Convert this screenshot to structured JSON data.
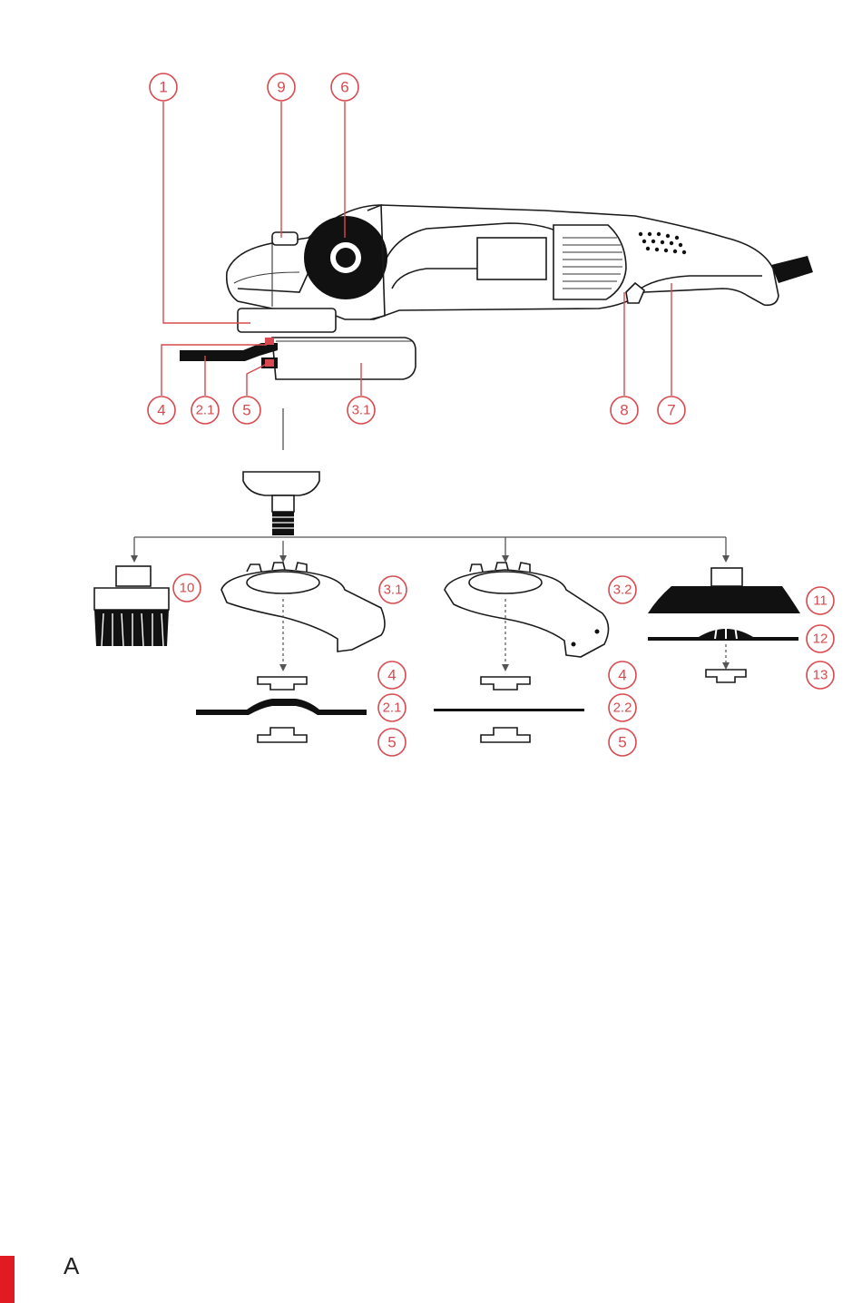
{
  "page": {
    "letter": "A",
    "accent_color": "#e11b22",
    "callout_color": "#d84a4f"
  },
  "callouts": {
    "c1": "1",
    "c9": "9",
    "c6": "6",
    "c4_top": "4",
    "c21_top": "2.1",
    "c5_top": "5",
    "c31_top": "3.1",
    "c8": "8",
    "c7": "7",
    "c10": "10",
    "c31_mid": "3.1",
    "c32": "3.2",
    "c11": "11",
    "c12": "12",
    "c13": "13",
    "c4_left": "4",
    "c21_left": "2.1",
    "c5_left": "5",
    "c4_right": "4",
    "c22": "2.2",
    "c5_right": "5"
  }
}
